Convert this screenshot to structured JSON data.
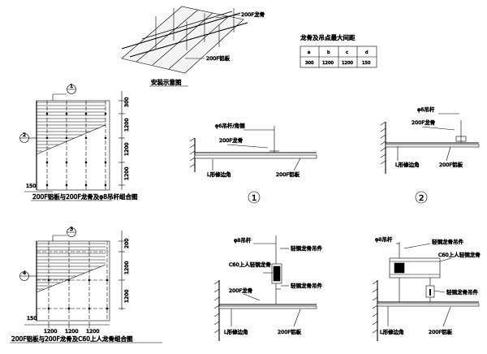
{
  "iso": {
    "label_keel": "200F龙骨",
    "label_panel": "200F铝板",
    "caption": "安装示意图"
  },
  "spacing_table": {
    "title": "龙骨及吊点最大间距",
    "headers": [
      "a",
      "b",
      "c",
      "d"
    ],
    "values": [
      "300",
      "1200",
      "1200",
      "150"
    ]
  },
  "plan1": {
    "callout_top": "1",
    "callout_left": "2",
    "dims_right": [
      "300",
      "1200",
      "1200",
      "1200"
    ],
    "dim_bottom": "150",
    "caption": "200F铝板与200F龙骨及φ8吊杆组合图"
  },
  "plan2": {
    "callout_top": "3",
    "callout_left": "4",
    "dims_right": [
      "200",
      "1200",
      "1200"
    ],
    "dims_bottom": [
      "150",
      "1200",
      "1200",
      "1200"
    ],
    "caption": "200F铝板与200F龙骨及C60上人龙骨组合图"
  },
  "sec1": {
    "rod": "φ6吊杆/角钢",
    "keel": "200F龙骨",
    "edge": "L形修边角",
    "panel": "200F铝板",
    "number": "1"
  },
  "sec2": {
    "rod": "φ6吊杆",
    "keel": "200F龙骨",
    "edge": "L形修边角",
    "panel": "200F铝板",
    "number": "2"
  },
  "sec3": {
    "rod": "φ8吊杆",
    "hanger": "轻钢龙骨吊件",
    "c60": "C60上人轻钢龙骨",
    "hanger2": "轻钢龙骨吊件",
    "keel": "200F龙骨",
    "edge": "L形修边角",
    "panel": "200F铝板"
  },
  "sec4": {
    "rod": "φ8吊杆",
    "hanger": "轻钢龙骨吊件",
    "c60": "C60上人轻钢龙骨",
    "hanger2": "轻钢龙骨吊件",
    "edge": "L形修边角",
    "panel": "200F铝板"
  }
}
